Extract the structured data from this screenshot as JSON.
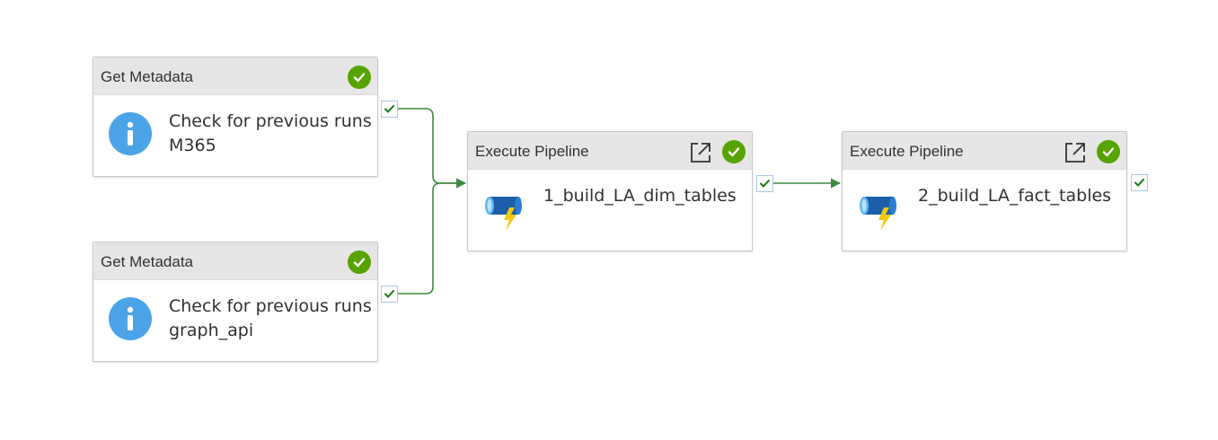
{
  "activities": {
    "a1": {
      "type_label": "Get Metadata",
      "name": "Check for previous runs M365",
      "status": "Succeeded",
      "icon": "info-icon"
    },
    "a2": {
      "type_label": "Get Metadata",
      "name": "Check for previous runs graph_api",
      "status": "Succeeded",
      "icon": "info-icon"
    },
    "a3": {
      "type_label": "Execute Pipeline",
      "name": "1_build_LA_dim_tables",
      "status": "Succeeded",
      "icon": "execute-pipeline-icon"
    },
    "a4": {
      "type_label": "Execute Pipeline",
      "name": "2_build_LA_fact_tables",
      "status": "Succeeded",
      "icon": "execute-pipeline-icon"
    }
  },
  "connections": [
    {
      "from": "Check for previous runs M365",
      "to": "1_build_LA_dim_tables",
      "condition": "Success"
    },
    {
      "from": "Check for previous runs graph_api",
      "to": "1_build_LA_dim_tables",
      "condition": "Success"
    },
    {
      "from": "1_build_LA_dim_tables",
      "to": "2_build_LA_fact_tables",
      "condition": "Success"
    }
  ],
  "colors": {
    "success_green": "#57a300",
    "connector_green": "#3e8a3e",
    "info_blue": "#4ba3e8",
    "header_gray": "#e6e6e6"
  }
}
